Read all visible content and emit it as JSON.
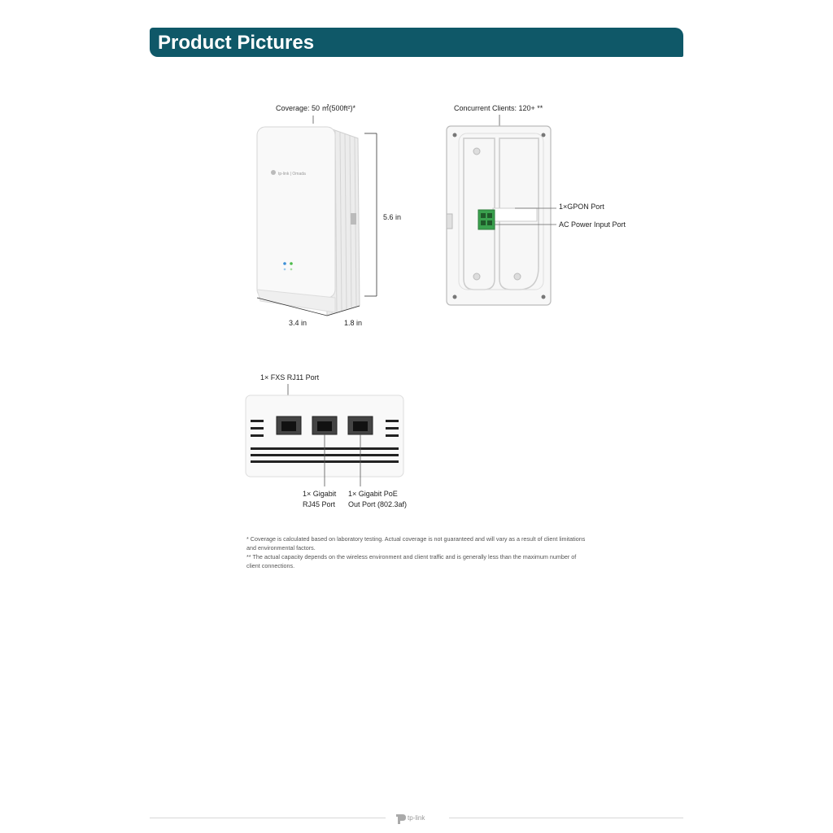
{
  "header": {
    "title": "Product Pictures"
  },
  "front_view": {
    "coverage_label": "Coverage: 50 ㎡(500ft²)*",
    "height_label": "5.6 in",
    "width_label": "3.4 in",
    "depth_label": "1.8 in",
    "brand_text": "tp-link | Omada"
  },
  "back_view": {
    "clients_label": "Concurrent Clients: 120+ **",
    "gpon_label": "1×GPON Port",
    "power_label": "AC Power Input Port"
  },
  "bottom_view": {
    "fxs_label": "1× FXS RJ11 Port",
    "gigabit_label_line1": "1× Gigabit",
    "gigabit_label_line2": "RJ45 Port",
    "poe_label_line1": "1× Gigabit PoE",
    "poe_label_line2": "Out Port (802.3af)"
  },
  "notes": {
    "note1": "* Coverage is calculated based on laboratory testing. Actual coverage is not guaranteed and will vary as a result of client limitations and environmental factors.",
    "note2": "** The actual capacity depends on the wireless environment and client traffic and is generally less than the maximum number of client connections."
  },
  "footer": {
    "logo_text": "tp-link"
  }
}
